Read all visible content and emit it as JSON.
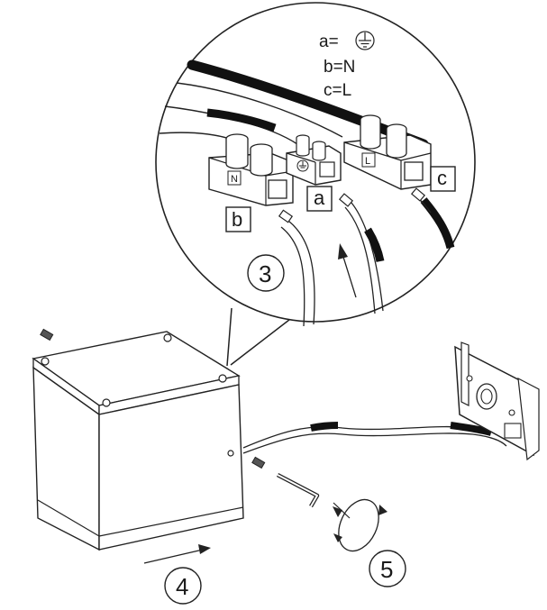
{
  "legend": {
    "a_prefix": "a=",
    "b_line": "b=N",
    "c_line": "c=L"
  },
  "callouts": {
    "a": "a",
    "b": "b",
    "c": "c"
  },
  "terminal_marks": {
    "n": "N",
    "l": "L"
  },
  "steps": {
    "s3": "3",
    "s4": "4",
    "s5": "5"
  },
  "icons": {
    "earth": "earth-ground-icon"
  }
}
